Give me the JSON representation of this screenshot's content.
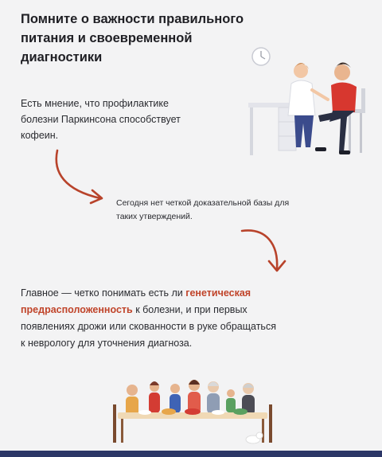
{
  "title": {
    "line1": "Помните о важности правильного",
    "line2": "питания и своевременной",
    "line3": "диагностики"
  },
  "paragraph1": {
    "line1": "Есть мнение, что профилактике",
    "line2": "болезни Паркинсона способствует",
    "line3": "кофеин."
  },
  "paragraph2": {
    "line1": "Сегодня нет четкой доказательной базы для",
    "line2": "таких утверждений."
  },
  "paragraph3": {
    "line1_a": "Главное — четко понимать есть ли ",
    "line1_hl": "генетическая",
    "line2_hl": "предрасположенность",
    "line2_b": " к болезни, и при первых",
    "line3": "появлениях дрожи или скованности в руке обращаться",
    "line4": "к неврологу для уточнения диагноза."
  },
  "colors": {
    "background": "#f3f3f4",
    "highlight": "#c0442a",
    "arrow": "#b8432b",
    "bottom_bar": "#2c3767"
  },
  "illustrations": {
    "top": "doctor-patient-illustration",
    "bottom": "family-dinner-illustration"
  }
}
